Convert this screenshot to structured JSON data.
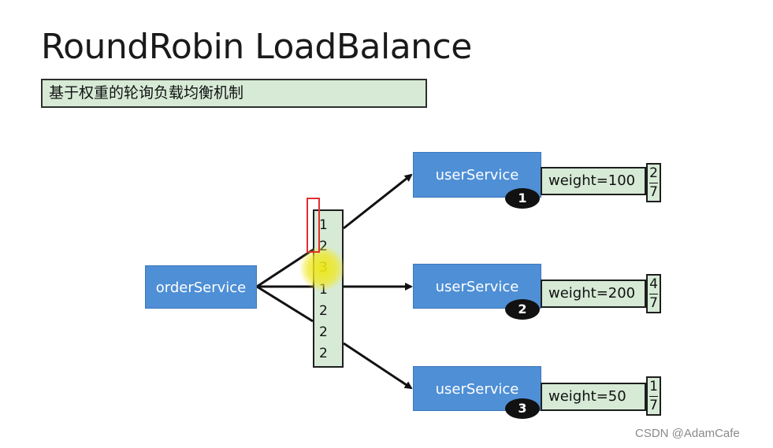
{
  "title": "RoundRobin LoadBalance",
  "subtitle": "基于权重的轮询负载均衡机制",
  "order_service": "orderService",
  "user_services": [
    {
      "label": "userService",
      "badge": "1",
      "weight": "weight=100",
      "ratio_num": "2",
      "ratio_den": "7"
    },
    {
      "label": "userService",
      "badge": "2",
      "weight": "weight=200",
      "ratio_num": "4",
      "ratio_den": "7"
    },
    {
      "label": "userService",
      "badge": "3",
      "weight": "weight=50",
      "ratio_num": "1",
      "ratio_den": "7"
    }
  ],
  "sequence": [
    "1",
    "2",
    "3",
    "1",
    "2",
    "2",
    "2"
  ],
  "watermark": "CSDN @AdamCafe",
  "colors": {
    "service_blue": "#4e8fd6",
    "box_green": "#d6ead6",
    "highlight_red": "#e03030",
    "cursor_yellow": "#eee814"
  }
}
